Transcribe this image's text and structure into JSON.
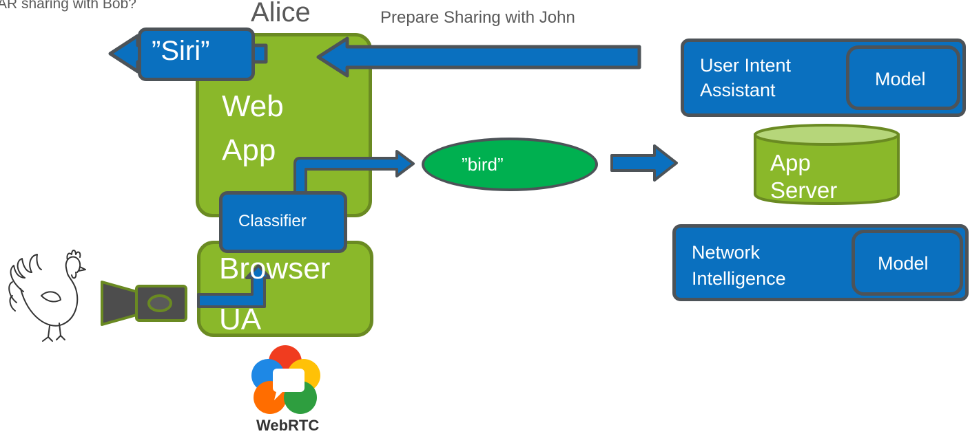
{
  "top_left_text": "AR sharing with Bob?",
  "alice_label": "Alice",
  "prepare_sharing_label": "Prepare Sharing with John",
  "siri_label": "”Siri”",
  "web_app_line1": "Web",
  "web_app_line2": "App",
  "classifier_label": "Classifier",
  "browser_line1": "Browser",
  "browser_line2": "UA",
  "bird_label": "”bird”",
  "user_intent_line1": "User Intent",
  "user_intent_line2": "Assistant",
  "model_label_1": "Model",
  "app_server_line1": "App",
  "app_server_line2": "Server",
  "network_line1": "Network",
  "network_line2": "Intelligence",
  "model_label_2": "Model",
  "webrtc_label": "WebRTC",
  "colors": {
    "blue": "#0a70bf",
    "green": "#8ab82a",
    "bright_green": "#00b050",
    "border_gray": "#4d5358"
  }
}
